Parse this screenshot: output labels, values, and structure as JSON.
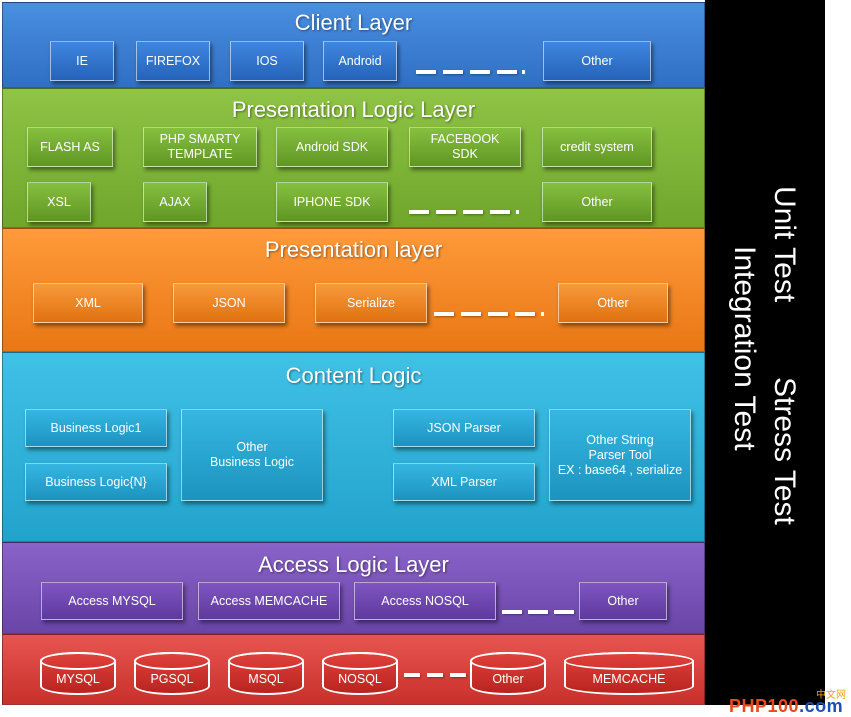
{
  "client_layer": {
    "title": "Client Layer",
    "items": [
      "IE",
      "FIREFOX",
      "IOS",
      "Android",
      "Other"
    ]
  },
  "presentation_logic_layer": {
    "title": "Presentation Logic Layer",
    "row1": [
      "FLASH AS",
      "PHP SMARTY\nTEMPLATE",
      "Android SDK",
      "FACEBOOK\nSDK",
      "credit system"
    ],
    "row2": [
      "XSL",
      "AJAX",
      "IPHONE SDK",
      "Other"
    ]
  },
  "presentation_layer": {
    "title": "Presentation layer",
    "items": [
      "XML",
      "JSON",
      "Serialize",
      "Other"
    ]
  },
  "content_logic": {
    "title": "Content Logic",
    "business_logic_1": "Business Logic1",
    "business_logic_n": "Business Logic{N}",
    "other_business_logic": "Other\nBusiness Logic",
    "json_parser": "JSON Parser",
    "xml_parser": "XML Parser",
    "other_string_parser": "Other String\nParser Tool\nEX : base64 , serialize"
  },
  "access_logic_layer": {
    "title": "Access Logic Layer",
    "items": [
      "Access MYSQL",
      "Access  MEMCACHE",
      "Access  NOSQL",
      "Other"
    ]
  },
  "storage_layer": {
    "items": [
      "MYSQL",
      "PGSQL",
      "MSQL",
      "NOSQL",
      "Other",
      "MEMCACHE"
    ]
  },
  "test_panel": {
    "unit_test": "Unit Test",
    "stress_test": "Stress Test",
    "integration_test": "Integration Test"
  },
  "watermark": {
    "cn": "中文网",
    "brand_a": "PHP",
    "brand_b": "100",
    "brand_c": ".com"
  },
  "colors": {
    "client": "#3a7fd6",
    "presentation_logic": "#7fb539",
    "presentation": "#f5861f",
    "content_logic": "#2fb2dc",
    "access_logic": "#7852b8",
    "storage": "#d83c37",
    "test_panel": "#000000"
  }
}
